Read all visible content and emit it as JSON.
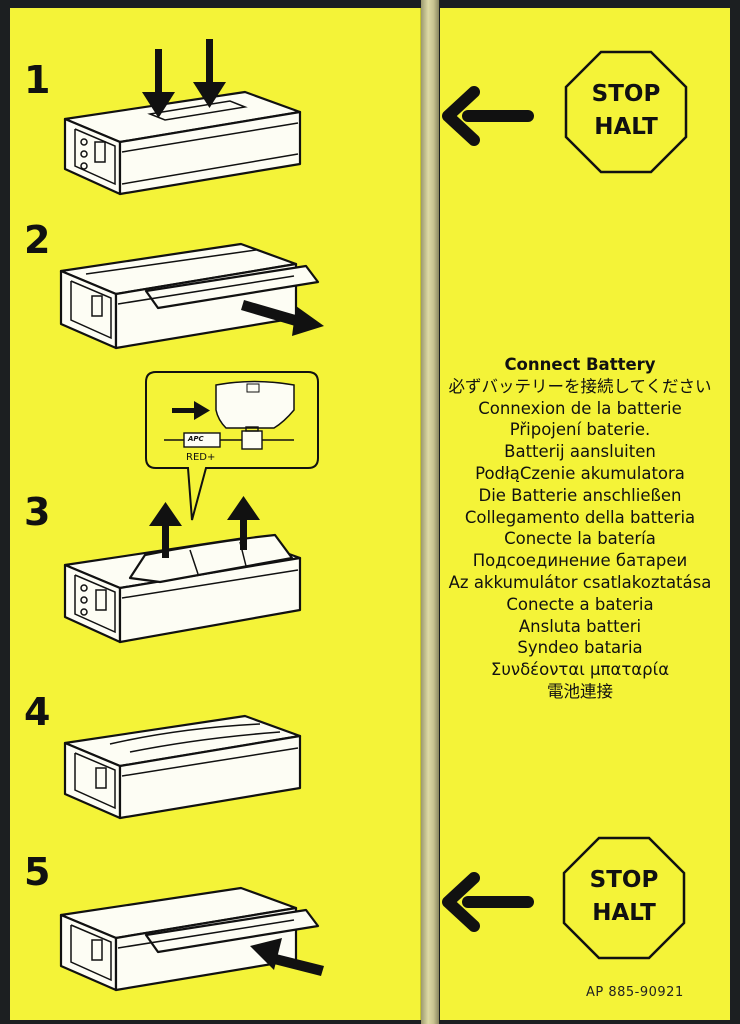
{
  "colors": {
    "paper": "#f4f338",
    "ink": "#111111",
    "background": "#1c1f21"
  },
  "steps": [
    {
      "number": "1"
    },
    {
      "number": "2"
    },
    {
      "number": "3"
    },
    {
      "number": "4"
    },
    {
      "number": "5"
    }
  ],
  "step3_callout": {
    "brand": "APC",
    "label": "RED+"
  },
  "stop_sign": {
    "line1": "STOP",
    "line2": "HALT"
  },
  "connect_battery": [
    "Connect Battery",
    "必ずバッテリーを接続してください",
    "Connexion de la batterie",
    "Připojení  baterie.",
    "Batterij aansluiten",
    "PodłąCzenie akumulatora",
    "Die Batterie anschließen",
    "Collegamento della batteria",
    "Conecte la batería",
    "Подсоединение батареи",
    "Az akkumulátor  csatlakoztatása",
    "Conecte a bateria",
    "Ansluta batteri",
    "Syndeo bataria",
    "Συνδέονται μπαταρία",
    "電池連接"
  ],
  "part_number": "AP  885-90921",
  "icons": [
    "arrow-down-icon",
    "arrow-right-icon",
    "arrow-up-icon",
    "arrow-left-icon",
    "stop-sign-icon"
  ]
}
